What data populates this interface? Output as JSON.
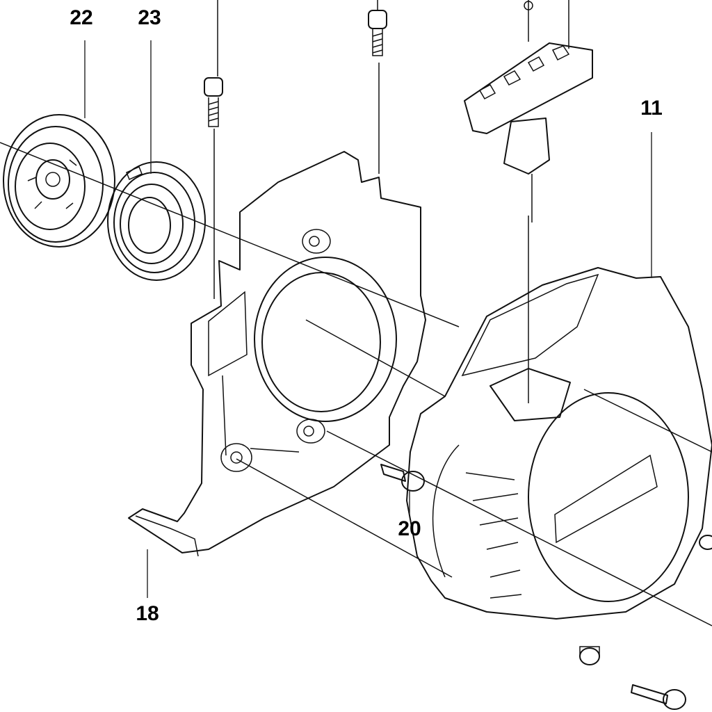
{
  "colors": {
    "highlight": "#ffff00",
    "highlight_shade": "#d8d800",
    "line": "#111111",
    "background": "#ffffff"
  },
  "callouts": {
    "c22": "22",
    "c23": "23",
    "c11": "11",
    "c20": "20",
    "c18": "18"
  },
  "parts": [
    {
      "name": "pulley"
    },
    {
      "name": "recoil-spring"
    },
    {
      "name": "starter-cover-bracket"
    },
    {
      "name": "starter-housing"
    },
    {
      "name": "starter-handle"
    },
    {
      "name": "screw"
    },
    {
      "name": "bushing"
    }
  ]
}
